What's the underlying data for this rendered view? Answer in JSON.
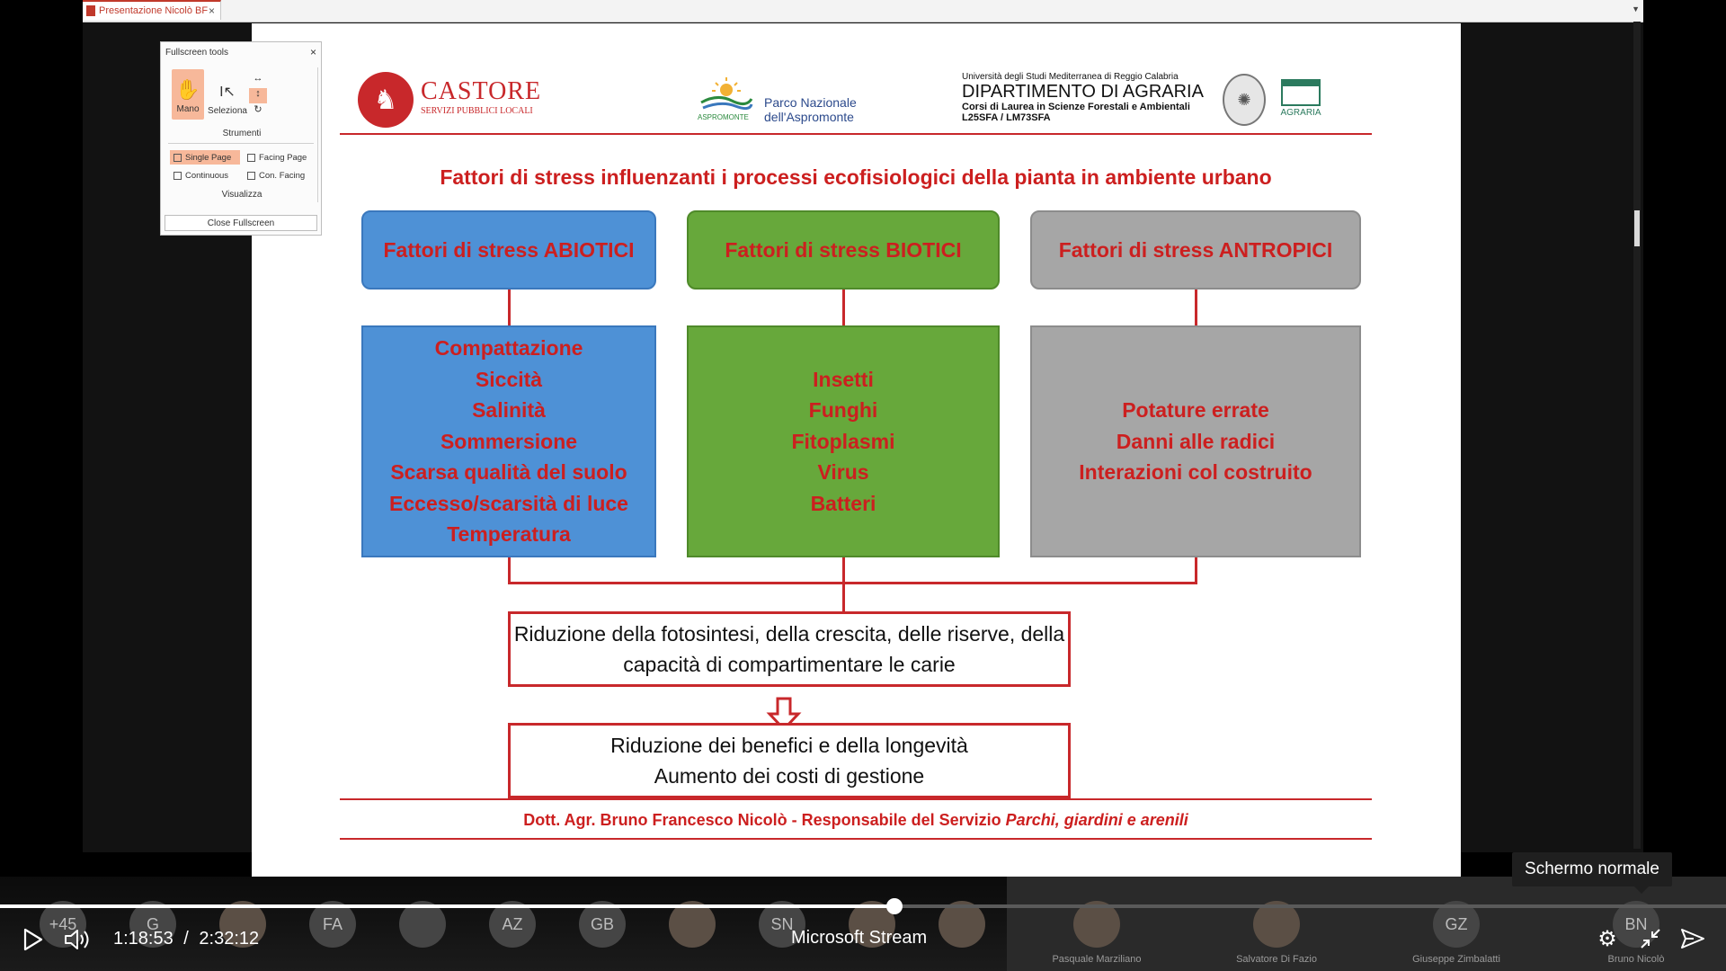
{
  "document_tab": {
    "title": "Presentazione Nicolò BF",
    "close": "×"
  },
  "slide": {
    "castore": {
      "name": "CASTORE",
      "subtitle": "SERVIZI PUBBLICI LOCALI"
    },
    "parco": {
      "name": "Parco Nazionale dell'Aspromonte",
      "small": "ASPROMONTE"
    },
    "department": {
      "university": "Università degli Studi Mediterranea di Reggio Calabria",
      "name": "DIPARTIMENTO DI AGRARIA",
      "courses": "Corsi di Laurea in Scienze Forestali e Ambientali",
      "codes": "L25SFA / LM73SFA"
    },
    "agraria_logo": "AGRARIA",
    "title": "Fattori di stress influenzanti i processi ecofisiologici della pianta in ambiente urbano",
    "columns": [
      {
        "header": "Fattori di stress ABIOTICI",
        "items": [
          "Compattazione",
          "Siccità",
          "Salinità",
          "Sommersione",
          "Scarsa qualità del suolo",
          "Eccesso/scarsità di luce",
          "Temperatura"
        ]
      },
      {
        "header": "Fattori di stress BIOTICI",
        "items": [
          "Insetti",
          "Funghi",
          "Fitoplasmi",
          "Virus",
          "Batteri"
        ]
      },
      {
        "header": "Fattori di stress ANTROPICI",
        "items": [
          "Potature errate",
          "Danni alle radici",
          "Interazioni col costruito"
        ]
      }
    ],
    "result1": [
      "Riduzione della fotosintesi, della crescita, delle riserve, della",
      "capacità di compartimentare le carie"
    ],
    "result2": [
      "Riduzione dei benefici e della longevità",
      "Aumento dei costi di gestione"
    ],
    "footer": {
      "author": "Dott. Agr. Bruno Francesco Nicolò  - Responsabile del Servizio ",
      "service": "Parchi, giardini e arenili"
    }
  },
  "fullscreen_tools": {
    "title": "Fullscreen tools",
    "close": "×",
    "hand": "Mano",
    "select": "Seleziona",
    "tools_section": "Strumenti",
    "single_page": "Single Page",
    "facing_page": "Facing Page",
    "continuous": "Continuous",
    "con_facing": "Con. Facing",
    "view_section": "Visualizza",
    "close_fullscreen": "Close Fullscreen"
  },
  "player": {
    "current_time": "1:18:53",
    "separator": "/",
    "duration": "2:32:12",
    "progress_fraction": 0.518,
    "brand": "Microsoft Stream",
    "tooltip": "Schermo normale",
    "accent": "#ffffff"
  },
  "participants": [
    {
      "initials": "+45"
    },
    {
      "initials": "G"
    },
    {
      "initials": ""
    },
    {
      "initials": "FA"
    },
    {
      "initials": ""
    },
    {
      "initials": "AZ"
    },
    {
      "initials": "GB"
    },
    {
      "initials": ""
    },
    {
      "initials": "SN"
    },
    {
      "initials": ""
    },
    {
      "initials": ""
    },
    {
      "initials": "",
      "name": "Pasquale Marziliano"
    },
    {
      "initials": "",
      "name": "Salvatore Di Fazio"
    },
    {
      "initials": "GZ",
      "name": "Giuseppe Zimbalatti"
    },
    {
      "initials": "BN",
      "name": "Bruno Nicolò"
    }
  ]
}
